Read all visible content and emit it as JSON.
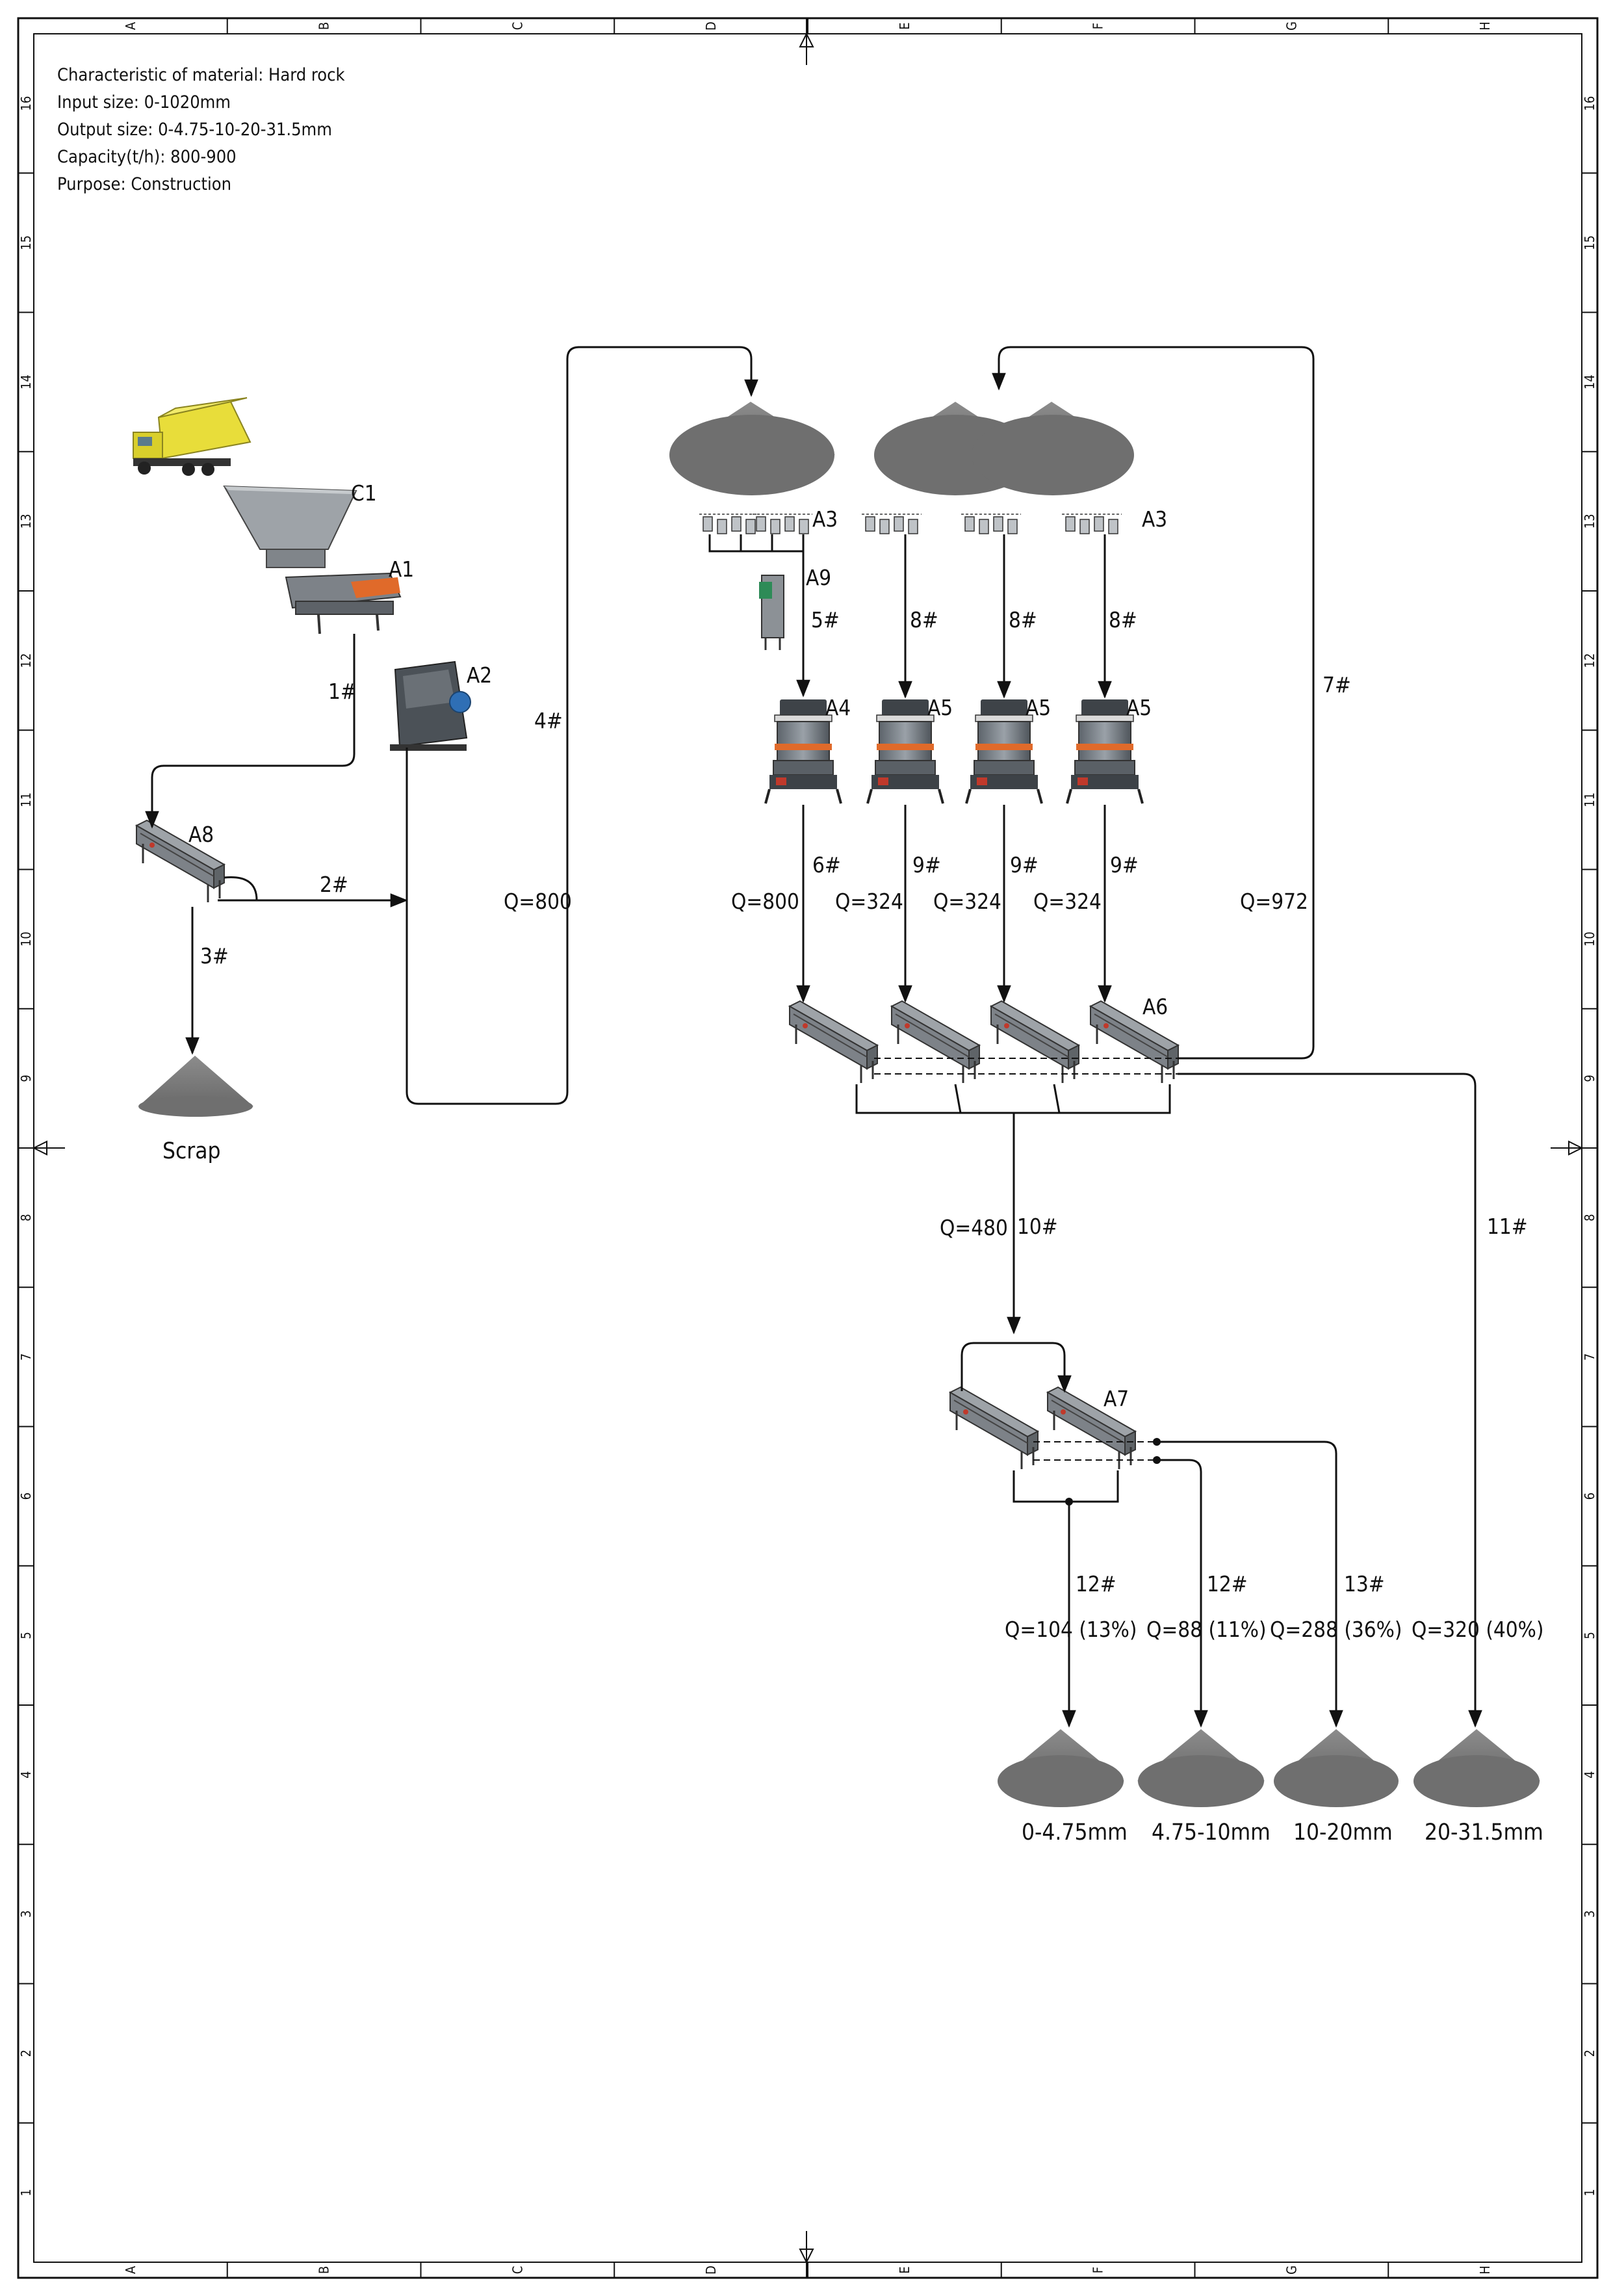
{
  "info": {
    "material": "Characteristic of material: Hard rock",
    "input": "Input size: 0-1020mm",
    "output": "Output size: 0-4.75-10-20-31.5mm",
    "capacity": "Capacity(t/h): 800-900",
    "purpose": "Purpose: Construction"
  },
  "grid": {
    "cols": [
      "A",
      "B",
      "C",
      "D",
      "E",
      "F",
      "G",
      "H"
    ],
    "rows": [
      "16",
      "15",
      "14",
      "13",
      "12",
      "11",
      "10",
      "9",
      "8",
      "7",
      "6",
      "5",
      "4",
      "3",
      "2",
      "1"
    ]
  },
  "equipment": {
    "c1": "C1",
    "a1": "A1",
    "a2": "A2",
    "a8": "A8",
    "a9": "A9",
    "a3_left": "A3",
    "a3_right": "A3",
    "a4": "A4",
    "a5_1": "A5",
    "a5_2": "A5",
    "a5_3": "A5",
    "a6": "A6",
    "a7": "A7"
  },
  "belts": {
    "b1": "1#",
    "b2": "2#",
    "b3": "3#",
    "b4": "4#",
    "b5": "5#",
    "b6": "6#",
    "b7": "7#",
    "b8_1": "8#",
    "b8_2": "8#",
    "b8_3": "8#",
    "b9_1": "9#",
    "b9_2": "9#",
    "b9_3": "9#",
    "b10": "10#",
    "b11": "11#",
    "b12_1": "12#",
    "b12_2": "12#",
    "b13": "13#"
  },
  "flows": {
    "q_main": "Q=800",
    "q_a4": "Q=800",
    "q_a5_1": "Q=324",
    "q_a5_2": "Q=324",
    "q_a5_3": "Q=324",
    "q_return": "Q=972",
    "q_a7": "Q=480",
    "q_p1": "Q=104 (13%)",
    "q_p2": "Q=88 (11%)",
    "q_p3": "Q=288 (36%)",
    "q_p4": "Q=320 (40%)"
  },
  "products": {
    "scrap": "Scrap",
    "p1": "0-4.75mm",
    "p2": "4.75-10mm",
    "p3": "10-20mm",
    "p4": "20-31.5mm"
  },
  "colors": {
    "line": "#111111",
    "pile": "#7a7a7a",
    "steel": "#7d8288",
    "accent_orange": "#e06a2a",
    "truck_yellow": "#e8dd3a"
  }
}
